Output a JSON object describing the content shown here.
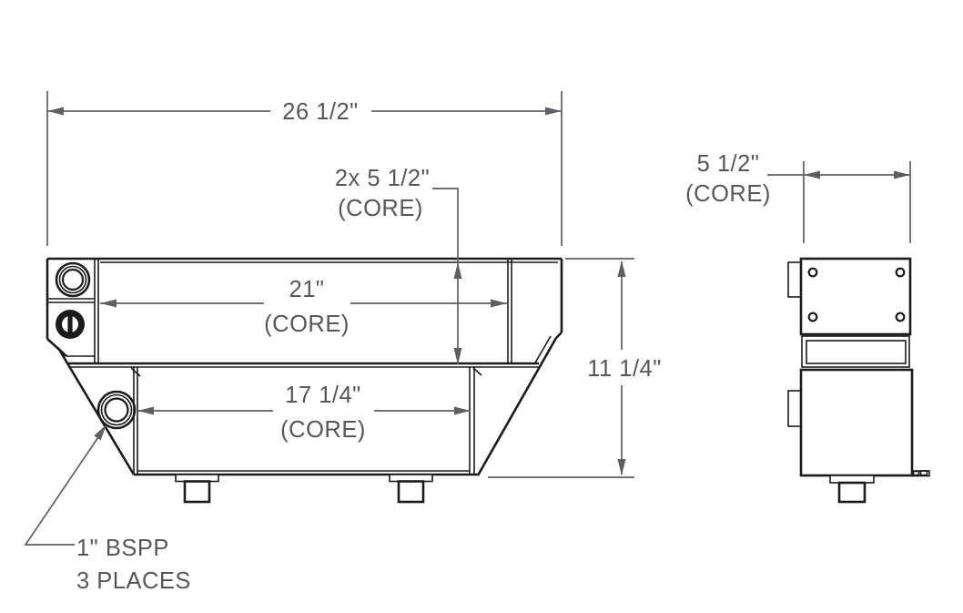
{
  "drawing": {
    "front": {
      "overall_width": "26 1/2\"",
      "upper_core_height": "2x 5 1/2\"",
      "upper_core_height_note": "(CORE)",
      "upper_core_width": "21\"",
      "upper_core_width_note": "(CORE)",
      "lower_core_width": "17 1/4\"",
      "lower_core_width_note": "(CORE)",
      "overall_height": "11 1/4\"",
      "port_callout_line1": "1\" BSPP",
      "port_callout_line2": "3 PLACES"
    },
    "side": {
      "core_depth": "5 1/2\"",
      "core_depth_note": "(CORE)"
    },
    "colors": {
      "part_line": "#1b1b1d",
      "dimension_line": "#5d5f63",
      "text": "#55575b",
      "background": "#ffffff"
    }
  }
}
